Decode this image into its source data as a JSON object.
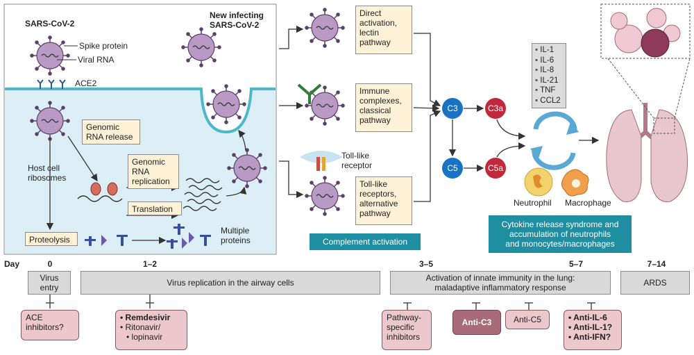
{
  "virus": {
    "title": "SARS-CoV-2",
    "spike": "Spike protein",
    "rna": "Viral RNA",
    "ace2": "ACE2",
    "new_infecting": [
      "New infecting",
      "SARS-CoV-2"
    ]
  },
  "cell": {
    "genomic_release": [
      "Genomic",
      "RNA release"
    ],
    "host_ribosomes": [
      "Host cell",
      "ribosomes"
    ],
    "genomic_replication": [
      "Genomic",
      "RNA",
      "replication"
    ],
    "translation": "Translation",
    "proteolysis": "Proteolysis",
    "multiple_proteins": [
      "Multiple",
      "proteins"
    ]
  },
  "pathways": {
    "lectin": [
      "Direct",
      "activation,",
      "lectin",
      "pathway"
    ],
    "classical": [
      "Immune",
      "complexes,",
      "classical",
      "pathway"
    ],
    "tlr_label": [
      "Toll-like",
      "receptor"
    ],
    "alternative": [
      "Toll-like",
      "receptors,",
      "alternative",
      "pathway"
    ],
    "complement_activation": "Complement activation"
  },
  "complement": {
    "c3": "C3",
    "c3a": "C3a",
    "c5": "C5",
    "c5a": "C5a"
  },
  "cytokines": [
    "IL-1",
    "IL-6",
    "IL-8",
    "IL-21",
    "TNF",
    "CCL2"
  ],
  "cells": {
    "neutrophil": "Neutrophil",
    "macrophage": "Macrophage"
  },
  "crs_box": [
    "Cytokine release syndrome and",
    "accumulation of neutrophils",
    "and monocytes/macrophages"
  ],
  "timeline": {
    "day_label": "Day",
    "days": [
      "0",
      "1–2",
      "3–5",
      "5–7",
      "7–14"
    ],
    "virus_entry": [
      "Virus",
      "entry"
    ],
    "replication": "Virus replication in the airway cells",
    "innate": [
      "Activation of innate immunity in the lung:",
      "maladaptive inflammatory response"
    ],
    "ards": "ARDS"
  },
  "drugs": {
    "ace_inhibitors": [
      "ACE",
      "inhibitors?"
    ],
    "antivirals": [
      "Remdesivir",
      "Ritonavir/",
      "lopinavir"
    ],
    "pathway_inhibitors": [
      "Pathway-",
      "specific",
      "inhibitors"
    ],
    "anti_c3": "Anti-C3",
    "anti_c5": "Anti-C5",
    "anti_cytokines": [
      "Anti-IL-6",
      "Anti-IL-1?",
      "Anti-IFN?"
    ]
  },
  "colors": {
    "cell_fill": "#dceef5",
    "membrane": "#4db8c8",
    "virus_body": "#b89ac4",
    "complement_blue": "#1a73c2",
    "complement_red": "#c0283c",
    "teal": "#1e8ea0"
  }
}
